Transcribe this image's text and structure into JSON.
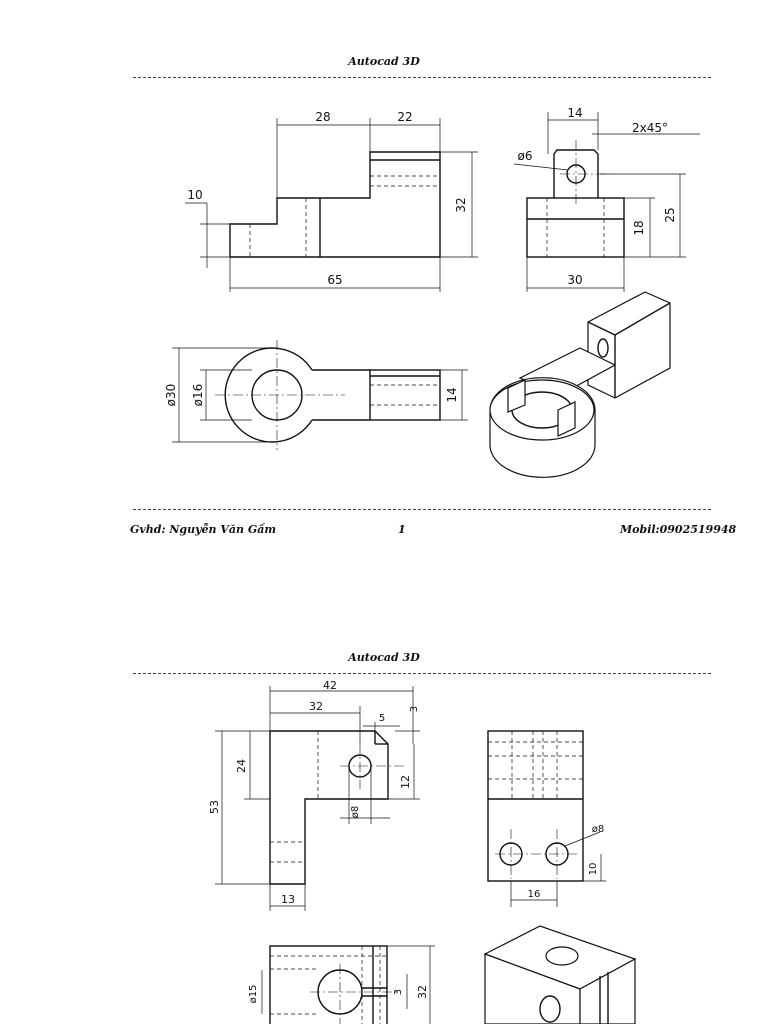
{
  "header_title": "Autocad 3D",
  "footer": {
    "author": "Gvhd: Nguyễn Văn Gấm",
    "page_number": "1",
    "phone": "Mobil:0902519948"
  },
  "sheet1": {
    "front": {
      "dim_28": "28",
      "dim_22": "22",
      "dim_10": "10",
      "dim_32": "32",
      "dim_65": "65"
    },
    "side": {
      "dim_14": "14",
      "chamfer": "2x45°",
      "dia_6": "ø6",
      "dim_18": "18",
      "dim_25": "25",
      "dim_30": "30"
    },
    "top": {
      "dia_30": "ø30",
      "dia_16": "ø16",
      "dim_14": "14"
    }
  },
  "sheet2": {
    "front": {
      "dim_42": "42",
      "dim_32": "32",
      "dim_5": "5",
      "dim_3": "3",
      "dim_24": "24",
      "dim_53": "53",
      "dim_12": "12",
      "dia_8": "ø8",
      "dim_13": "13"
    },
    "side": {
      "dia_8": "ø8",
      "dim_10": "10",
      "dim_16": "16"
    },
    "top": {
      "dia_15": "ø15",
      "dim_3": "3",
      "dim_32": "32"
    }
  }
}
